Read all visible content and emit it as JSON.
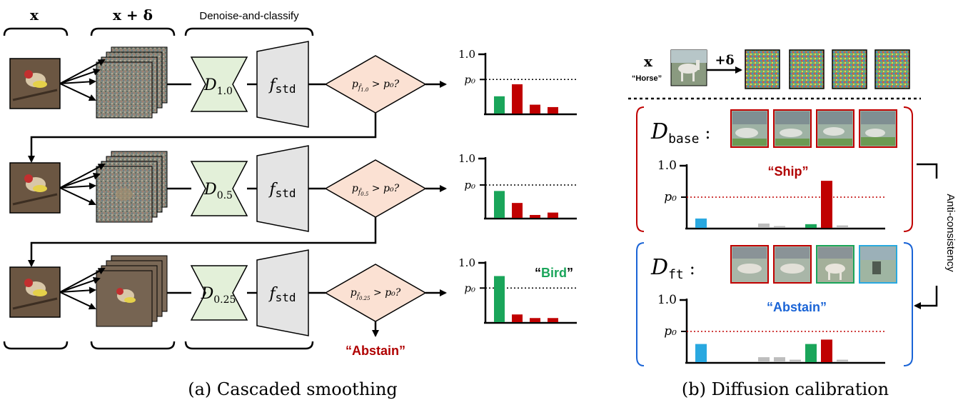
{
  "colors": {
    "green": "#1aa55a",
    "red": "#c00000",
    "blue": "#1a64d6",
    "cyan": "#29a8e0",
    "gray": "#bdbdbd",
    "denoiser_fill": "#e3f0d9",
    "classifier_fill": "#e4e4e4",
    "decision_fill": "#fbe1d3",
    "abstain_red": "#b00000"
  },
  "icons": {
    "input_image": "bird-photo-icon",
    "noisy_stack": "noisy-image-stack-icon",
    "horse_image": "horse-photo-icon",
    "denoised_tiles": "denoised-image-tile-icon"
  },
  "panel_a": {
    "header_x": "x",
    "header_x_delta": "x + δ",
    "header_denoise": "Denoise-and-classify",
    "rows": [
      {
        "denoiser_name": "D",
        "denoiser_sub": "1.0",
        "classifier_name": "f",
        "classifier_sub": "std",
        "decision_left": "p",
        "decision_sub": "f̂",
        "decision_subsub": "1.0",
        "decision_right": " > p₀?"
      },
      {
        "denoiser_name": "D",
        "denoiser_sub": "0.5",
        "classifier_name": "f",
        "classifier_sub": "std",
        "decision_left": "p",
        "decision_sub": "f̂",
        "decision_subsub": "0.5",
        "decision_right": " > p₀?"
      },
      {
        "denoiser_name": "D",
        "denoiser_sub": "0.25",
        "classifier_name": "f",
        "classifier_sub": "std",
        "decision_left": "p",
        "decision_sub": "f̂",
        "decision_subsub": "0.25",
        "decision_right": " > p₀?"
      }
    ],
    "abstain_label_open": "“",
    "abstain_label_word": "Abstain",
    "abstain_label_close": "”",
    "bird_label_open": "“",
    "bird_label_word": "Bird",
    "bird_label_close": "”",
    "caption": "(a)  Cascaded smoothing"
  },
  "panel_b": {
    "x_label": "x",
    "horse_label": "“Horse”",
    "plus_delta": "+δ",
    "d_base_name": "D",
    "d_base_sub": "base",
    "d_base_colon": ":",
    "d_ft_name": "D",
    "d_ft_sub": "ft",
    "d_ft_colon": ":",
    "ship_label": "“Ship”",
    "abstain_label": "“Abstain”",
    "anti_consistency": "Anti-consistency",
    "caption": "(b)  Diffusion calibration"
  },
  "chart_data": [
    {
      "type": "bar",
      "panel": "a-row-1",
      "ytick_top": "1.0",
      "threshold_label": "p₀",
      "threshold": 0.58,
      "ylim": [
        0,
        1
      ],
      "values": [
        0.3,
        0.5,
        0.16,
        0.12
      ],
      "colors": [
        "green",
        "red",
        "red",
        "red"
      ]
    },
    {
      "type": "bar",
      "panel": "a-row-2",
      "ytick_top": "1.0",
      "threshold_label": "p₀",
      "threshold": 0.56,
      "ylim": [
        0,
        1
      ],
      "values": [
        0.46,
        0.26,
        0.06,
        0.1
      ],
      "colors": [
        "green",
        "red",
        "red",
        "red"
      ]
    },
    {
      "type": "bar",
      "panel": "a-row-3",
      "ytick_top": "1.0",
      "threshold_label": "p₀",
      "threshold": 0.58,
      "ylim": [
        0,
        1
      ],
      "values": [
        0.78,
        0.14,
        0.08,
        0.08
      ],
      "colors": [
        "green",
        "red",
        "red",
        "red"
      ]
    },
    {
      "type": "bar",
      "panel": "b-base",
      "ytick_top": "1.0",
      "threshold_label": "p₀",
      "threshold": 0.5,
      "ylim": [
        0,
        1
      ],
      "values": [
        0.16,
        0.0,
        0.0,
        0.0,
        0.08,
        0.04,
        0.0,
        0.07,
        0.76,
        0.05
      ],
      "colors": [
        "cyan",
        "gray",
        "gray",
        "gray",
        "gray",
        "gray",
        "gray",
        "green",
        "red",
        "gray"
      ]
    },
    {
      "type": "bar",
      "panel": "b-ft",
      "ytick_top": "1.0",
      "threshold_label": "p₀",
      "threshold": 0.5,
      "ylim": [
        0,
        1
      ],
      "values": [
        0.3,
        0.0,
        0.0,
        0.0,
        0.09,
        0.09,
        0.05,
        0.3,
        0.37,
        0.05
      ],
      "colors": [
        "cyan",
        "gray",
        "gray",
        "gray",
        "gray",
        "gray",
        "gray",
        "green",
        "red",
        "gray"
      ]
    }
  ]
}
